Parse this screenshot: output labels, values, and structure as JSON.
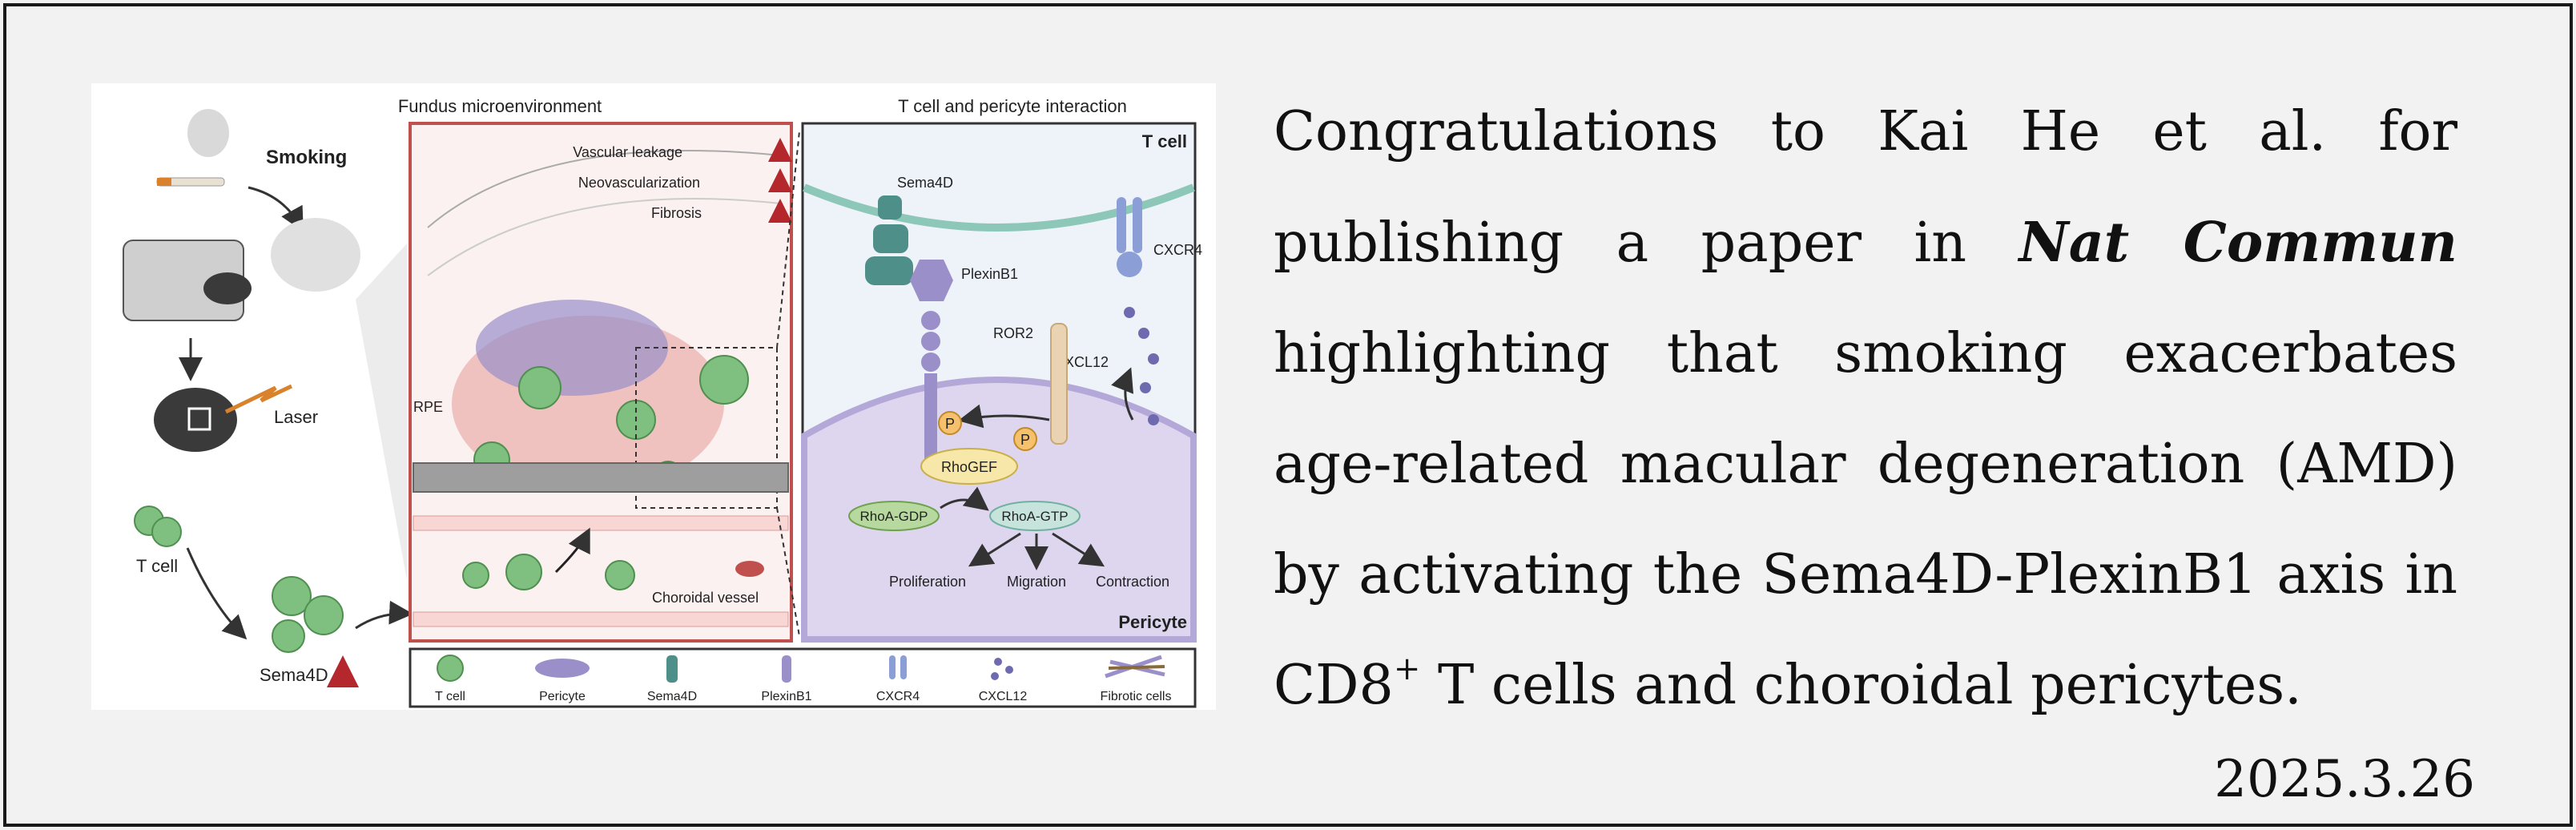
{
  "figure": {
    "smoking_label": "Smoking",
    "laser_label": "Laser",
    "tcell_label": "T cell",
    "sema4d_label": "Sema4D",
    "panel1_title": "Fundus microenvironment",
    "panel2_title": "T cell and pericyte interaction",
    "outcomes": [
      "Vascular leakage",
      "Neovascularization",
      "Fibrosis"
    ],
    "rpe_label": "RPE",
    "choroidal_label": "Choroidal vessel",
    "tcell_corner": "T cell",
    "pericyte_corner": "Pericyte",
    "mol_sema4d": "Sema4D",
    "mol_plexinb1": "PlexinB1",
    "mol_cxcr4": "CXCR4",
    "mol_ror2": "ROR2",
    "mol_cxcl12": "CXCL12",
    "p_label": "P",
    "rhogef": "RhoGEF",
    "rhoa_gdp": "RhoA-GDP",
    "rhoa_gtp": "RhoA-GTP",
    "effects": [
      "Proliferation",
      "Migration",
      "Contraction"
    ],
    "legend": [
      "T cell",
      "Pericyte",
      "Sema4D",
      "PlexinB1",
      "CXCR4",
      "CXCL12",
      "Fibrotic cells"
    ],
    "colors": {
      "red": "#b3272d",
      "tcell_green": "#7fbf7f",
      "pericyte_purple": "#9a8fc9",
      "sema_teal": "#4f8f8a"
    }
  },
  "announcement": {
    "line_prefix": "Congratulations to Kai He et al. for publishing a paper in ",
    "journal": "Nat Commun",
    "line_middle": " highlighting that smoking exacerbates age-related macular degeneration (AMD) by activating the Sema4D-PlexinB1 axis in CD8",
    "superscript": "+",
    "line_suffix": " T cells and choroidal pericytes."
  },
  "date": "2025.3.26"
}
